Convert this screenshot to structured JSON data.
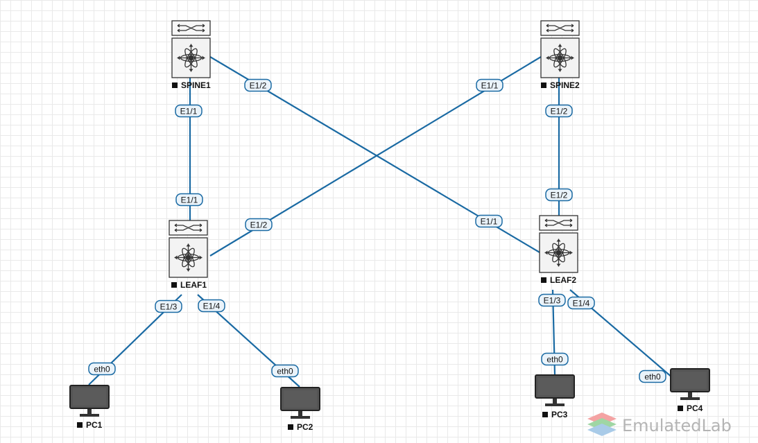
{
  "nodes": [
    {
      "id": "spine1",
      "type": "switch",
      "label": "SPINE1"
    },
    {
      "id": "spine2",
      "type": "switch",
      "label": "SPINE2"
    },
    {
      "id": "leaf1",
      "type": "switch",
      "label": "LEAF1"
    },
    {
      "id": "leaf2",
      "type": "switch",
      "label": "LEAF2"
    },
    {
      "id": "pc1",
      "type": "pc",
      "label": "PC1"
    },
    {
      "id": "pc2",
      "type": "pc",
      "label": "PC2"
    },
    {
      "id": "pc3",
      "type": "pc",
      "label": "PC3"
    },
    {
      "id": "pc4",
      "type": "pc",
      "label": "PC4"
    }
  ],
  "links": [
    {
      "from": "spine1",
      "to": "leaf1",
      "from_port": "E1/1",
      "to_port": "E1/1"
    },
    {
      "from": "spine1",
      "to": "leaf2",
      "from_port": "E1/2",
      "to_port": "E1/1"
    },
    {
      "from": "spine2",
      "to": "leaf1",
      "from_port": "E1/1",
      "to_port": "E1/2"
    },
    {
      "from": "spine2",
      "to": "leaf2",
      "from_port": "E1/2",
      "to_port": "E1/2"
    },
    {
      "from": "leaf1",
      "to": "pc1",
      "from_port": "E1/3",
      "to_port": "eth0"
    },
    {
      "from": "leaf1",
      "to": "pc2",
      "from_port": "E1/4",
      "to_port": "eth0"
    },
    {
      "from": "leaf2",
      "to": "pc3",
      "from_port": "E1/3",
      "to_port": "eth0"
    },
    {
      "from": "leaf2",
      "to": "pc4",
      "from_port": "E1/4",
      "to_port": "eth0"
    }
  ],
  "brand": {
    "text": "EmulatedLab",
    "logo_colors": [
      "#f4a3a3",
      "#9fd6a4",
      "#a9cbe8"
    ]
  },
  "colors": {
    "link": "#1a6aa3",
    "port_fill": "#eaf3fa",
    "text": "#111111"
  }
}
